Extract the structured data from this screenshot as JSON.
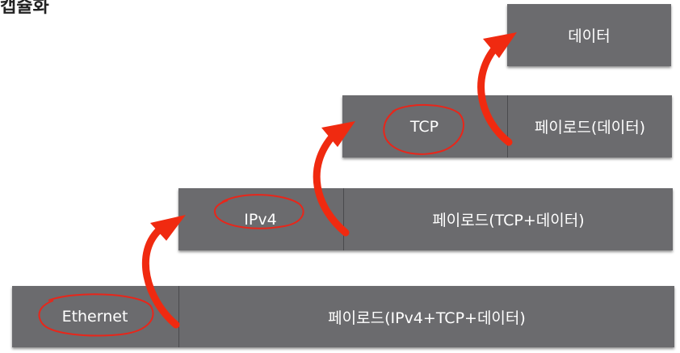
{
  "heading": "캡슐화",
  "layers": {
    "ethernet": {
      "header": "Ethernet",
      "payload": "페이로드(IPv4+TCP+데이터)"
    },
    "ipv4": {
      "header": "IPv4",
      "payload": "페이로드(TCP+데이터)"
    },
    "tcp": {
      "header": "TCP",
      "payload": "페이로드(데이터)"
    },
    "data": {
      "label": "데이터"
    }
  },
  "colors": {
    "block": "#6b6b6e",
    "text": "#ffffff",
    "arrow": "#f02a10",
    "circle": "#e8261a"
  }
}
